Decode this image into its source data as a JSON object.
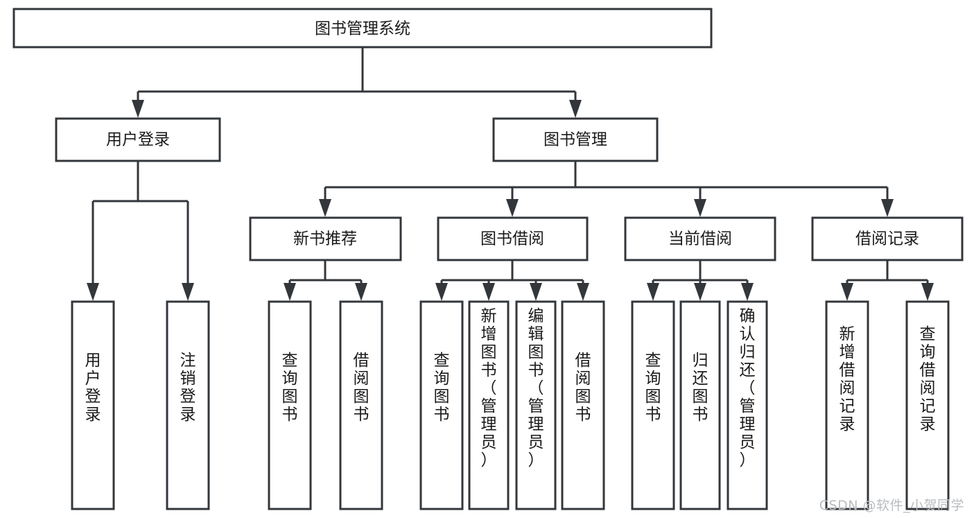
{
  "diagram": {
    "title": "图书管理系统",
    "type": "tree",
    "orientation": "top-down",
    "watermark": "CSDN @软件_小贺同学",
    "colors": {
      "stroke": "#33373b",
      "fill": "#ffffff",
      "text": "#1a1a1a",
      "watermark": "#b9bcbf",
      "background": "#ffffff"
    },
    "levels": {
      "root": {
        "label": "图书管理系统"
      },
      "level2": [
        {
          "id": "user-login",
          "label": "用户登录"
        },
        {
          "id": "book-management",
          "label": "图书管理"
        }
      ],
      "level3": [
        {
          "id": "new-book-recommend",
          "label": "新书推荐",
          "parent": "book-management"
        },
        {
          "id": "book-borrow",
          "label": "图书借阅",
          "parent": "book-management"
        },
        {
          "id": "current-borrow",
          "label": "当前借阅",
          "parent": "book-management"
        },
        {
          "id": "borrow-record",
          "label": "借阅记录",
          "parent": "book-management"
        }
      ],
      "leaves": [
        {
          "id": "leaf-user-login",
          "label": "用户登录",
          "parent": "user-login"
        },
        {
          "id": "leaf-logout-login",
          "label": "注销登录",
          "parent": "user-login"
        },
        {
          "id": "leaf-query-book-1",
          "label": "查询图书",
          "parent": "new-book-recommend"
        },
        {
          "id": "leaf-borrow-book-1",
          "label": "借阅图书",
          "parent": "new-book-recommend"
        },
        {
          "id": "leaf-query-book-2",
          "label": "查询图书",
          "parent": "book-borrow"
        },
        {
          "id": "leaf-add-book",
          "label": "新增图书（管理员）",
          "parent": "book-borrow"
        },
        {
          "id": "leaf-edit-book",
          "label": "编辑图书（管理员）",
          "parent": "book-borrow"
        },
        {
          "id": "leaf-borrow-book-2",
          "label": "借阅图书",
          "parent": "book-borrow"
        },
        {
          "id": "leaf-query-book-3",
          "label": "查询图书",
          "parent": "current-borrow"
        },
        {
          "id": "leaf-return-book",
          "label": "归还图书",
          "parent": "current-borrow"
        },
        {
          "id": "leaf-confirm-return",
          "label": "确认归还（管理员）",
          "parent": "current-borrow"
        },
        {
          "id": "leaf-add-record",
          "label": "新增借阅记录",
          "parent": "borrow-record"
        },
        {
          "id": "leaf-query-record",
          "label": "查询借阅记录",
          "parent": "borrow-record"
        }
      ]
    }
  }
}
